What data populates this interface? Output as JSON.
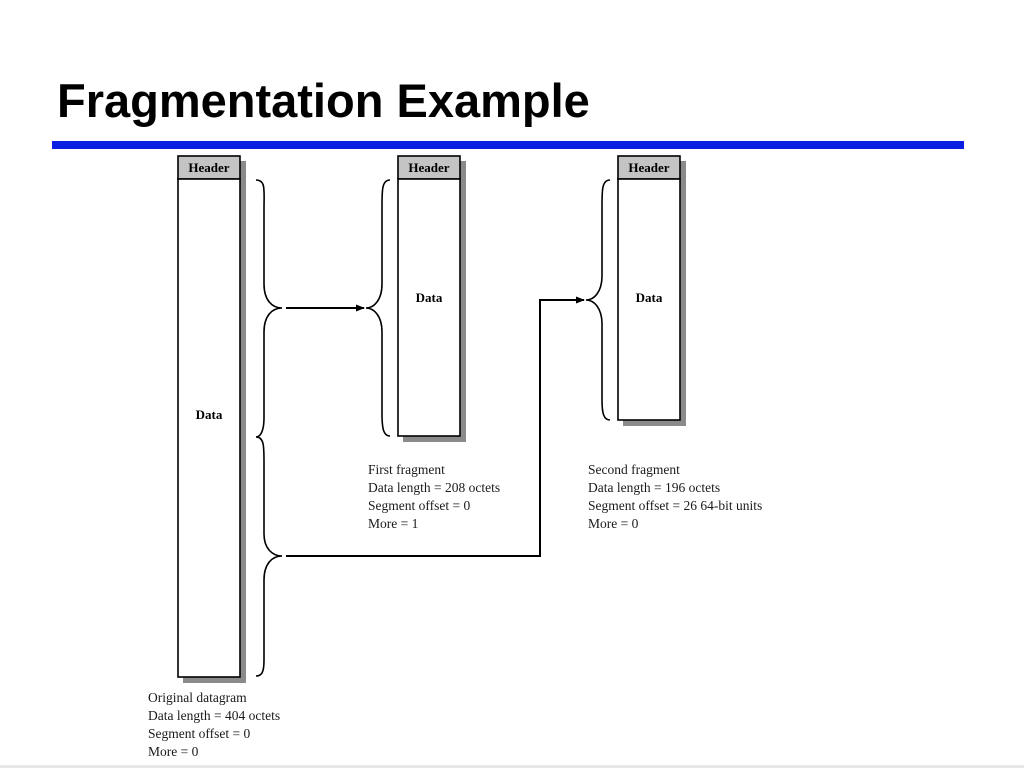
{
  "title": "Fragmentation Example",
  "colors": {
    "rule": "#0a1fe0",
    "header_fill": "#c4c4c4",
    "shadow": "#8a8a8a",
    "line": "#000000"
  },
  "original": {
    "header_label": "Header",
    "data_label": "Data",
    "caption": [
      "Original datagram",
      "Data length = 404 octets",
      "Segment offset = 0",
      "More = 0"
    ]
  },
  "first": {
    "header_label": "Header",
    "data_label": "Data",
    "caption": [
      "First fragment",
      "Data length = 208 octets",
      "Segment offset = 0",
      "More = 1"
    ]
  },
  "second": {
    "header_label": "Header",
    "data_label": "Data",
    "caption": [
      "Second fragment",
      "Data length = 196 octets",
      "Segment offset = 26 64-bit units",
      "More = 0"
    ]
  }
}
